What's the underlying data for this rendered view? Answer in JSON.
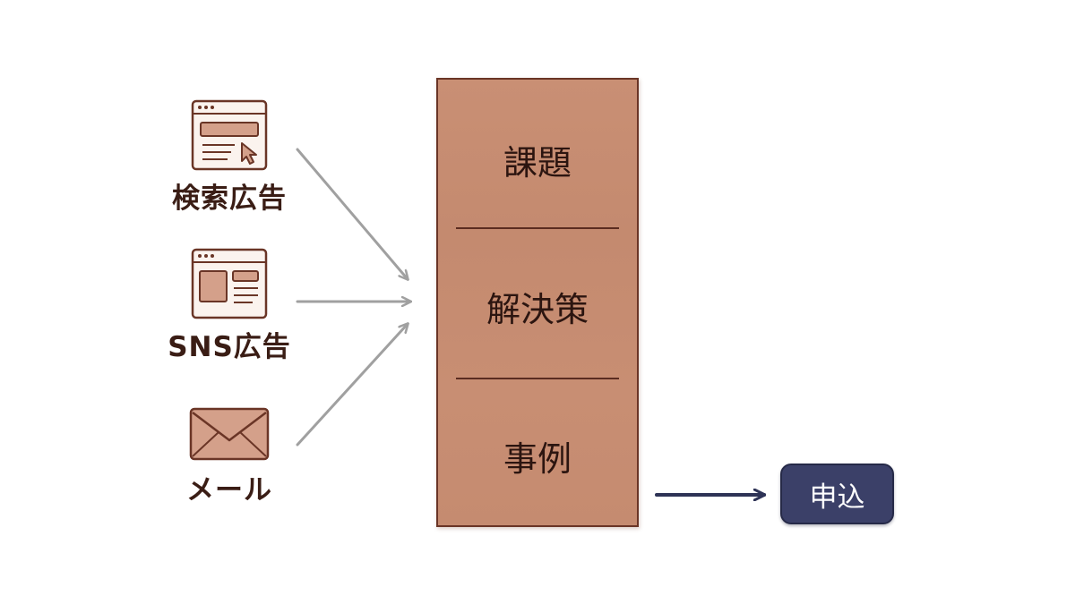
{
  "sources": [
    {
      "label": "検索広告",
      "icon": "search-ad-browser-icon"
    },
    {
      "label": "SNS広告",
      "icon": "sns-ad-browser-icon"
    },
    {
      "label": "メール",
      "icon": "envelope-icon"
    }
  ],
  "landing_page": {
    "sections": [
      "課題",
      "解決策",
      "事例"
    ]
  },
  "cta": {
    "label": "申込"
  },
  "colors": {
    "ink": "#3a1d15",
    "icon_stroke": "#6a3526",
    "icon_fill": "#d4a08a",
    "page_fill": "#c98f74",
    "arrow_gray": "#a0a0a0",
    "cta_navy": "#3b4068"
  }
}
